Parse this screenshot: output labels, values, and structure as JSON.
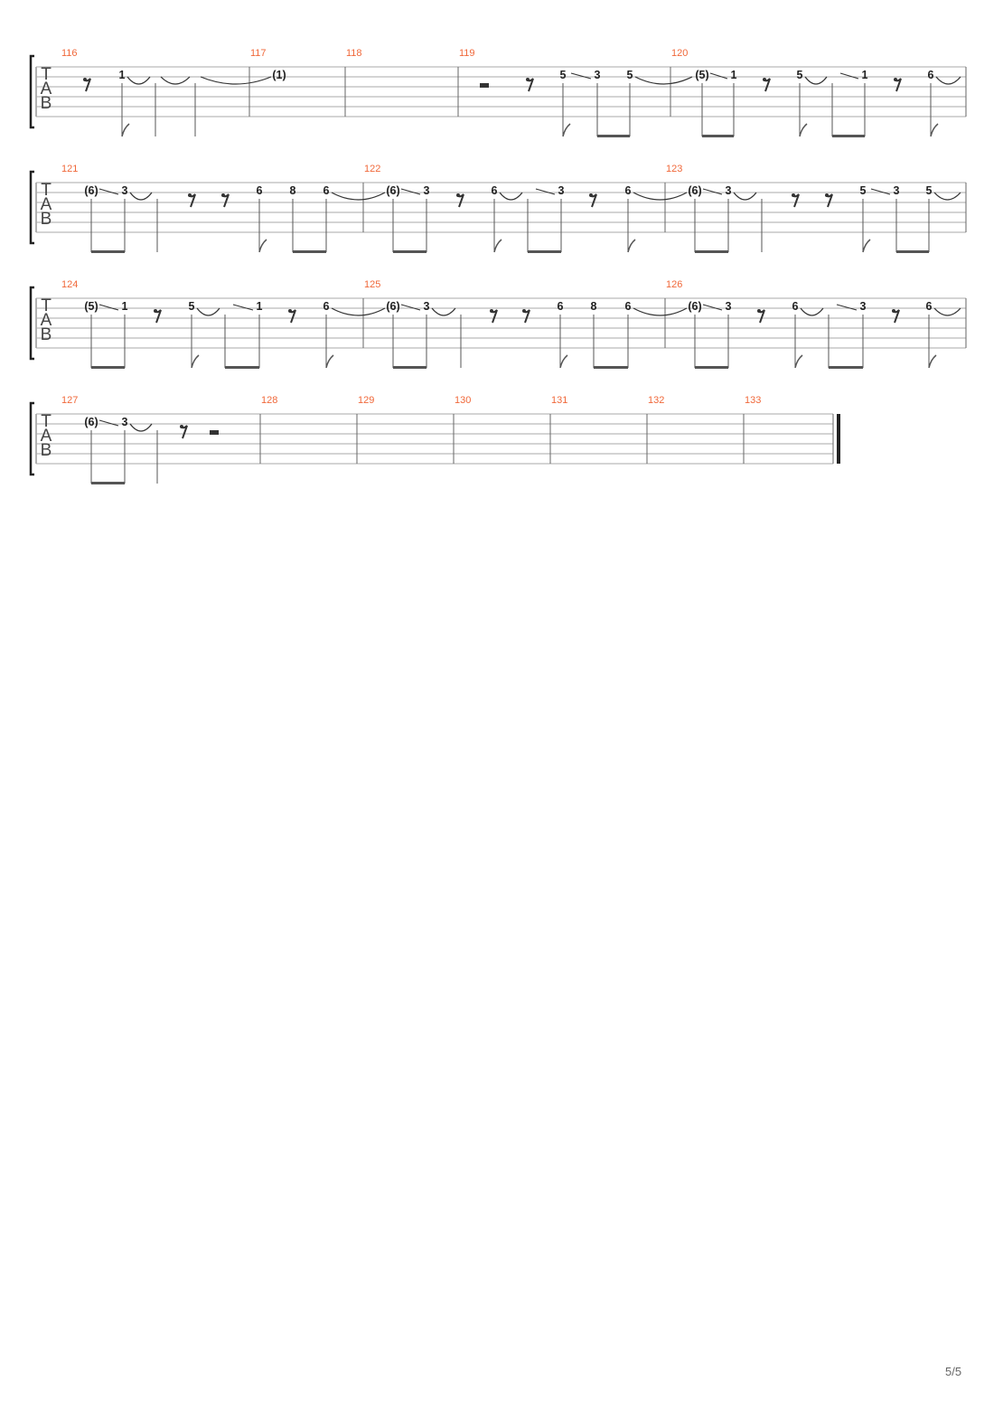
{
  "accent_color": "#f0683a",
  "page_number": "5/5",
  "clef_letters": [
    "T",
    "A",
    "B"
  ],
  "systems": [
    {
      "measures": [
        {
          "number": "116",
          "events": [
            {
              "t": "rest"
            },
            {
              "t": "note",
              "fret": "1",
              "tie_next": true
            },
            {
              "t": "note",
              "fret": "",
              "tie_next": true,
              "stem_only": true
            },
            {
              "t": "note",
              "fret": "",
              "tie_next": true,
              "stem_only": true
            }
          ]
        },
        {
          "number": "117",
          "events": [
            {
              "t": "note",
              "fret": "(1)",
              "no_stem": true
            }
          ]
        },
        {
          "number": "118",
          "events": []
        },
        {
          "number": "119",
          "events": [
            {
              "t": "halfrest"
            },
            {
              "t": "rest"
            },
            {
              "t": "note",
              "fret": "5",
              "slide_next": true,
              "beam_start": false
            },
            {
              "t": "note",
              "fret": "3",
              "beam_start": true
            },
            {
              "t": "note",
              "fret": "5",
              "tie_next": true,
              "beam_end": true
            }
          ]
        },
        {
          "number": "120",
          "events": [
            {
              "t": "note",
              "fret": "(5)",
              "slide_next": true,
              "beam_start": true
            },
            {
              "t": "note",
              "fret": "1",
              "beam_end": true
            },
            {
              "t": "rest"
            },
            {
              "t": "note",
              "fret": "5",
              "tie_next": true
            },
            {
              "t": "note",
              "fret": "",
              "slide_next": true,
              "hidden": true,
              "beam_start": true
            },
            {
              "t": "note",
              "fret": "1",
              "beam_end": true
            },
            {
              "t": "rest"
            },
            {
              "t": "note",
              "fret": "6",
              "tie_next": true
            }
          ]
        }
      ]
    },
    {
      "measures": [
        {
          "number": "121",
          "events": [
            {
              "t": "note",
              "fret": "(6)",
              "slide_next": true,
              "beam_start": true
            },
            {
              "t": "note",
              "fret": "3",
              "tie_next": true,
              "beam_end": true
            },
            {
              "t": "note",
              "fret": "",
              "hidden": true
            },
            {
              "t": "rest"
            },
            {
              "t": "rest"
            },
            {
              "t": "note",
              "fret": "6"
            },
            {
              "t": "note",
              "fret": "8",
              "beam_start": true
            },
            {
              "t": "note",
              "fret": "6",
              "tie_next": true,
              "beam_end": true
            }
          ]
        },
        {
          "number": "122",
          "events": [
            {
              "t": "note",
              "fret": "(6)",
              "slide_next": true,
              "beam_start": true
            },
            {
              "t": "note",
              "fret": "3",
              "beam_end": true
            },
            {
              "t": "rest"
            },
            {
              "t": "note",
              "fret": "6",
              "tie_next": true
            },
            {
              "t": "note",
              "fret": "",
              "slide_next": true,
              "hidden": true,
              "beam_start": true
            },
            {
              "t": "note",
              "fret": "3",
              "beam_end": true
            },
            {
              "t": "rest"
            },
            {
              "t": "note",
              "fret": "6",
              "tie_next": true
            }
          ]
        },
        {
          "number": "123",
          "events": [
            {
              "t": "note",
              "fret": "(6)",
              "slide_next": true,
              "beam_start": true
            },
            {
              "t": "note",
              "fret": "3",
              "tie_next": true,
              "beam_end": true
            },
            {
              "t": "note",
              "fret": "",
              "hidden": true
            },
            {
              "t": "rest"
            },
            {
              "t": "rest"
            },
            {
              "t": "note",
              "fret": "5",
              "slide_next": true
            },
            {
              "t": "note",
              "fret": "3",
              "beam_start": true
            },
            {
              "t": "note",
              "fret": "5",
              "tie_next": true,
              "beam_end": true
            }
          ]
        }
      ]
    },
    {
      "measures": [
        {
          "number": "124",
          "events": [
            {
              "t": "note",
              "fret": "(5)",
              "slide_next": true,
              "beam_start": true
            },
            {
              "t": "note",
              "fret": "1",
              "beam_end": true
            },
            {
              "t": "rest"
            },
            {
              "t": "note",
              "fret": "5",
              "tie_next": true
            },
            {
              "t": "note",
              "fret": "",
              "slide_next": true,
              "hidden": true,
              "beam_start": true
            },
            {
              "t": "note",
              "fret": "1",
              "beam_end": true
            },
            {
              "t": "rest"
            },
            {
              "t": "note",
              "fret": "6",
              "tie_next": true
            }
          ]
        },
        {
          "number": "125",
          "events": [
            {
              "t": "note",
              "fret": "(6)",
              "slide_next": true,
              "beam_start": true
            },
            {
              "t": "note",
              "fret": "3",
              "tie_next": true,
              "beam_end": true
            },
            {
              "t": "note",
              "fret": "",
              "hidden": true
            },
            {
              "t": "rest"
            },
            {
              "t": "rest"
            },
            {
              "t": "note",
              "fret": "6"
            },
            {
              "t": "note",
              "fret": "8",
              "beam_start": true
            },
            {
              "t": "note",
              "fret": "6",
              "tie_next": true,
              "beam_end": true
            }
          ]
        },
        {
          "number": "126",
          "events": [
            {
              "t": "note",
              "fret": "(6)",
              "slide_next": true,
              "beam_start": true
            },
            {
              "t": "note",
              "fret": "3",
              "beam_end": true
            },
            {
              "t": "rest"
            },
            {
              "t": "note",
              "fret": "6",
              "tie_next": true
            },
            {
              "t": "note",
              "fret": "",
              "slide_next": true,
              "hidden": true,
              "beam_start": true
            },
            {
              "t": "note",
              "fret": "3",
              "beam_end": true
            },
            {
              "t": "rest"
            },
            {
              "t": "note",
              "fret": "6",
              "tie_next": true
            }
          ]
        }
      ]
    },
    {
      "measures": [
        {
          "number": "127",
          "events": [
            {
              "t": "note",
              "fret": "(6)",
              "slide_next": true,
              "beam_start": true
            },
            {
              "t": "note",
              "fret": "3",
              "tie_next": true,
              "beam_end": true
            },
            {
              "t": "note",
              "fret": "",
              "hidden": true
            },
            {
              "t": "rest"
            },
            {
              "t": "halfrest"
            }
          ]
        },
        {
          "number": "128",
          "events": []
        },
        {
          "number": "129",
          "events": []
        },
        {
          "number": "130",
          "events": []
        },
        {
          "number": "131",
          "events": []
        },
        {
          "number": "132",
          "events": []
        },
        {
          "number": "133",
          "events": []
        }
      ],
      "final_barline": true
    }
  ]
}
